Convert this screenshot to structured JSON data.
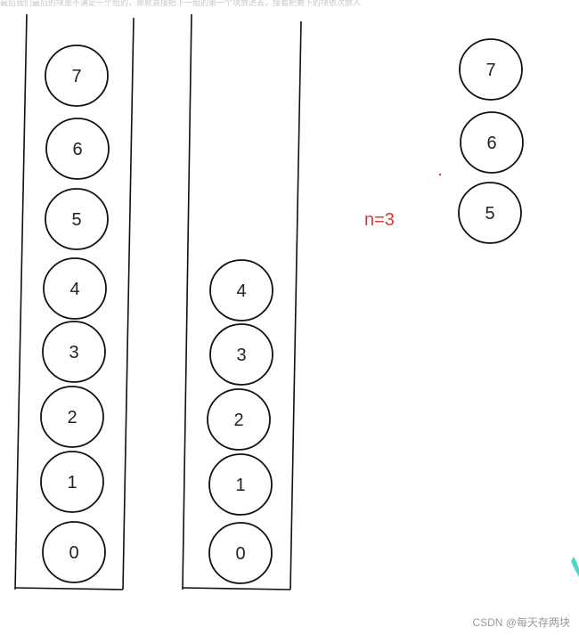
{
  "caption_top": "最后我们最后的块是不满足一个组的，那就直接把下一组的第一个块放进去，接着把剩下的块依次放入",
  "n_label": "n=3",
  "watermark": "CSDN @每天存两块",
  "stacks": [
    {
      "id": "full",
      "balls": [
        "0",
        "1",
        "2",
        "3",
        "4",
        "5",
        "6",
        "7"
      ]
    },
    {
      "id": "remaining",
      "balls": [
        "0",
        "1",
        "2",
        "3",
        "4"
      ]
    },
    {
      "id": "removed",
      "balls": [
        "5",
        "6",
        "7"
      ]
    }
  ],
  "colors": {
    "accent_red": "#d93b35",
    "teal_mark": "#4fd8c8",
    "stroke": "#111111"
  }
}
